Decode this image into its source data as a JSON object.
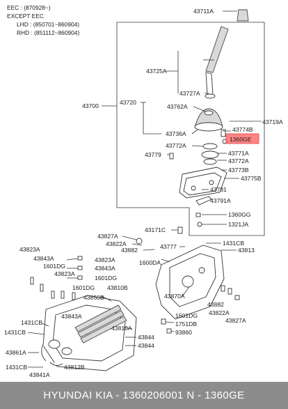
{
  "notes": {
    "line1": "EEC : (870928~)",
    "line2": "EXCEPT EEC",
    "line3": "LHD : (850701~860904)",
    "line4": "RHD : (851112~860904)"
  },
  "highlight": {
    "label": "1360GE",
    "color": "#ff6f6f"
  },
  "labels": {
    "l43711A": "43711A",
    "l43725A": "43725A",
    "l43727A": "43727A",
    "l43700": "43700",
    "l43720": "43720",
    "l43762A": "43762A",
    "l43719A": "43719A",
    "l43774B": "43774B",
    "l43736A": "43736A",
    "l43772A_left": "43772A",
    "l43771A": "43771A",
    "l43772A_right": "43772A",
    "l43779": "43779",
    "l43773B": "43773B",
    "l43775B": "43775B",
    "l43781": "43781",
    "l43791A": "43791A",
    "l1360GG": "1360GG",
    "l1321JA": "1321JA",
    "l43171C": "43171C",
    "l43827A_top": "43827A",
    "l43822A_top": "43822A",
    "l43882_top": "43882",
    "l43777": "43777",
    "l1431CB_top": "1431CB",
    "l43813": "43813",
    "l1600DA": "1600DA",
    "l43823A_left": "43823A",
    "l43843A_left": "43843A",
    "l1601DG_a": "1601DG",
    "l43823A_mid": "43823A",
    "l43823A_c": "43823A",
    "l43843A_c": "43843A",
    "l1601DG_c": "1601DG",
    "l1601DG_d": "1601DG",
    "l43810B": "43810B",
    "l43850B": "43850B",
    "l43843A_d": "43843A",
    "l43870A": "43870A",
    "l43882_r": "43882",
    "l43822A_r": "43822A",
    "l43827A_r": "43827A",
    "l1431CB_left": "1431CB",
    "l43810A": "43810A",
    "l1601DG_r": "1601DG",
    "l1751DB": "1751DB",
    "l93860": "93860",
    "l1431CB_left2": "1431CB",
    "l43844_a": "43844",
    "l43844_b": "43844",
    "l43861A": "43861A",
    "l43812B": "43812B",
    "l1431CB_bottom": "1431CB",
    "l43841A": "43841A"
  },
  "footer": {
    "text": "HYUNDAI  KIA - 1360206001    N - 1360GE"
  }
}
